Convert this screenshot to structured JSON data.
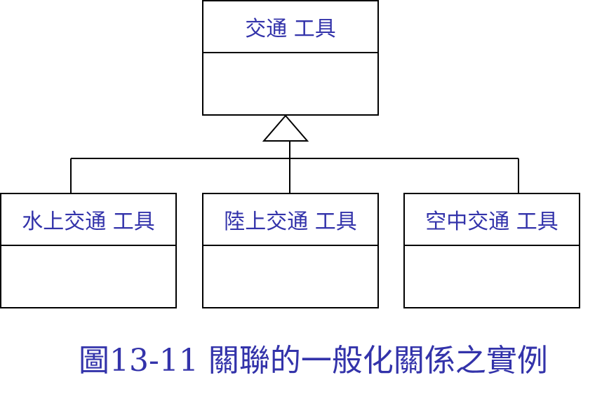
{
  "colors": {
    "text": "#3333aa",
    "lines": "#000000"
  },
  "diagram": {
    "parent": {
      "name": "交通 工具"
    },
    "children": [
      {
        "name": "水上交通 工具"
      },
      {
        "name": "陸上交通 工具"
      },
      {
        "name": "空中交通 工具"
      }
    ],
    "relationship": "generalization"
  },
  "caption": "圖13-11 關聯的一般化關係之實例"
}
